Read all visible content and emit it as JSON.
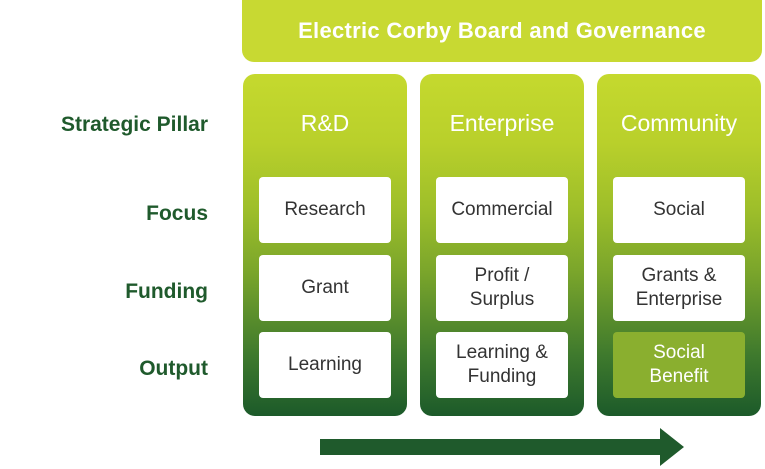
{
  "header": {
    "title": "Electric Corby Board and Governance"
  },
  "rows": [
    {
      "label": "Strategic Pillar"
    },
    {
      "label": "Focus"
    },
    {
      "label": "Funding"
    },
    {
      "label": "Output"
    }
  ],
  "columns": [
    {
      "title": "R&D",
      "focus": "Research",
      "funding": "Grant",
      "output": "Learning"
    },
    {
      "title": "Enterprise",
      "focus": "Commercial",
      "funding": "Profit /\nSurplus",
      "output": "Learning &\nFunding"
    },
    {
      "title": "Community",
      "focus": "Social",
      "funding": "Grants &\nEnterprise",
      "output": "Social\nBenefit"
    }
  ],
  "colors": {
    "header": "#c8d932",
    "label_text": "#1f5a2c",
    "highlight_cell": "#8aaf2f",
    "arrow": "#1f5a2c"
  }
}
